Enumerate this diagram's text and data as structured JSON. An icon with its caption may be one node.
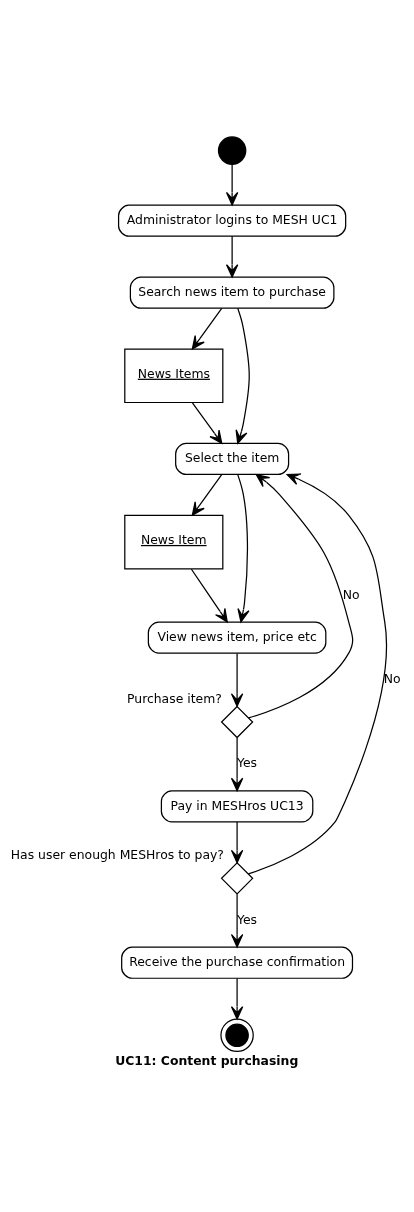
{
  "diagram": {
    "caption": "UC11: Content purchasing",
    "nodes": [
      {
        "text": [],
        "shape": "circle"
      },
      {
        "text": [
          "Administrator logins to MESH UC1"
        ]
      },
      {
        "text": [
          "Search news item to purchase"
        ]
      },
      {
        "text": [
          "News Items"
        ]
      },
      {
        "text": [
          "Select the item"
        ]
      },
      {
        "text": [
          "News Item"
        ]
      },
      {
        "text": [
          "View news item, price etc"
        ]
      },
      {
        "text": [],
        "shape": "diamond",
        "beside": [
          "Purchase item?"
        ]
      },
      {
        "text": [
          "Pay in MESHros UC13"
        ]
      },
      {
        "text": [],
        "shape": "diamond",
        "beside": [
          "Has user enough MESHros to pay?"
        ]
      },
      {
        "text": [
          "Receive the purchase confirmation"
        ]
      },
      {
        "text": [],
        "shape": "bullseye"
      }
    ],
    "edges": [
      {
        "from": 0,
        "to": 1,
        "arrow": "to"
      },
      {
        "from": 1,
        "to": 2,
        "arrow": "to"
      },
      {
        "from": 2,
        "to": 3,
        "arrow": "to"
      },
      {
        "from": 2,
        "to": 4,
        "arrow": "to"
      },
      {
        "from": 3,
        "to": 4,
        "arrow": "to"
      },
      {
        "from": 4,
        "to": 5,
        "arrow": "to"
      },
      {
        "from": 4,
        "to": 6,
        "arrow": "to"
      },
      {
        "from": 5,
        "to": 6,
        "arrow": "to"
      },
      {
        "from": 6,
        "to": 7,
        "arrow": "to"
      },
      {
        "from": 7,
        "to": 4,
        "arrow": "to",
        "label": "No"
      },
      {
        "from": 7,
        "to": 8,
        "arrow": "to",
        "label": "Yes"
      },
      {
        "from": 8,
        "to": 9,
        "arrow": "to"
      },
      {
        "from": 9,
        "to": 4,
        "arrow": "to",
        "label": "No"
      },
      {
        "from": 9,
        "to": 10,
        "arrow": "to",
        "label": "Yes"
      },
      {
        "from": 10,
        "to": 11,
        "arrow": "to"
      }
    ]
  }
}
